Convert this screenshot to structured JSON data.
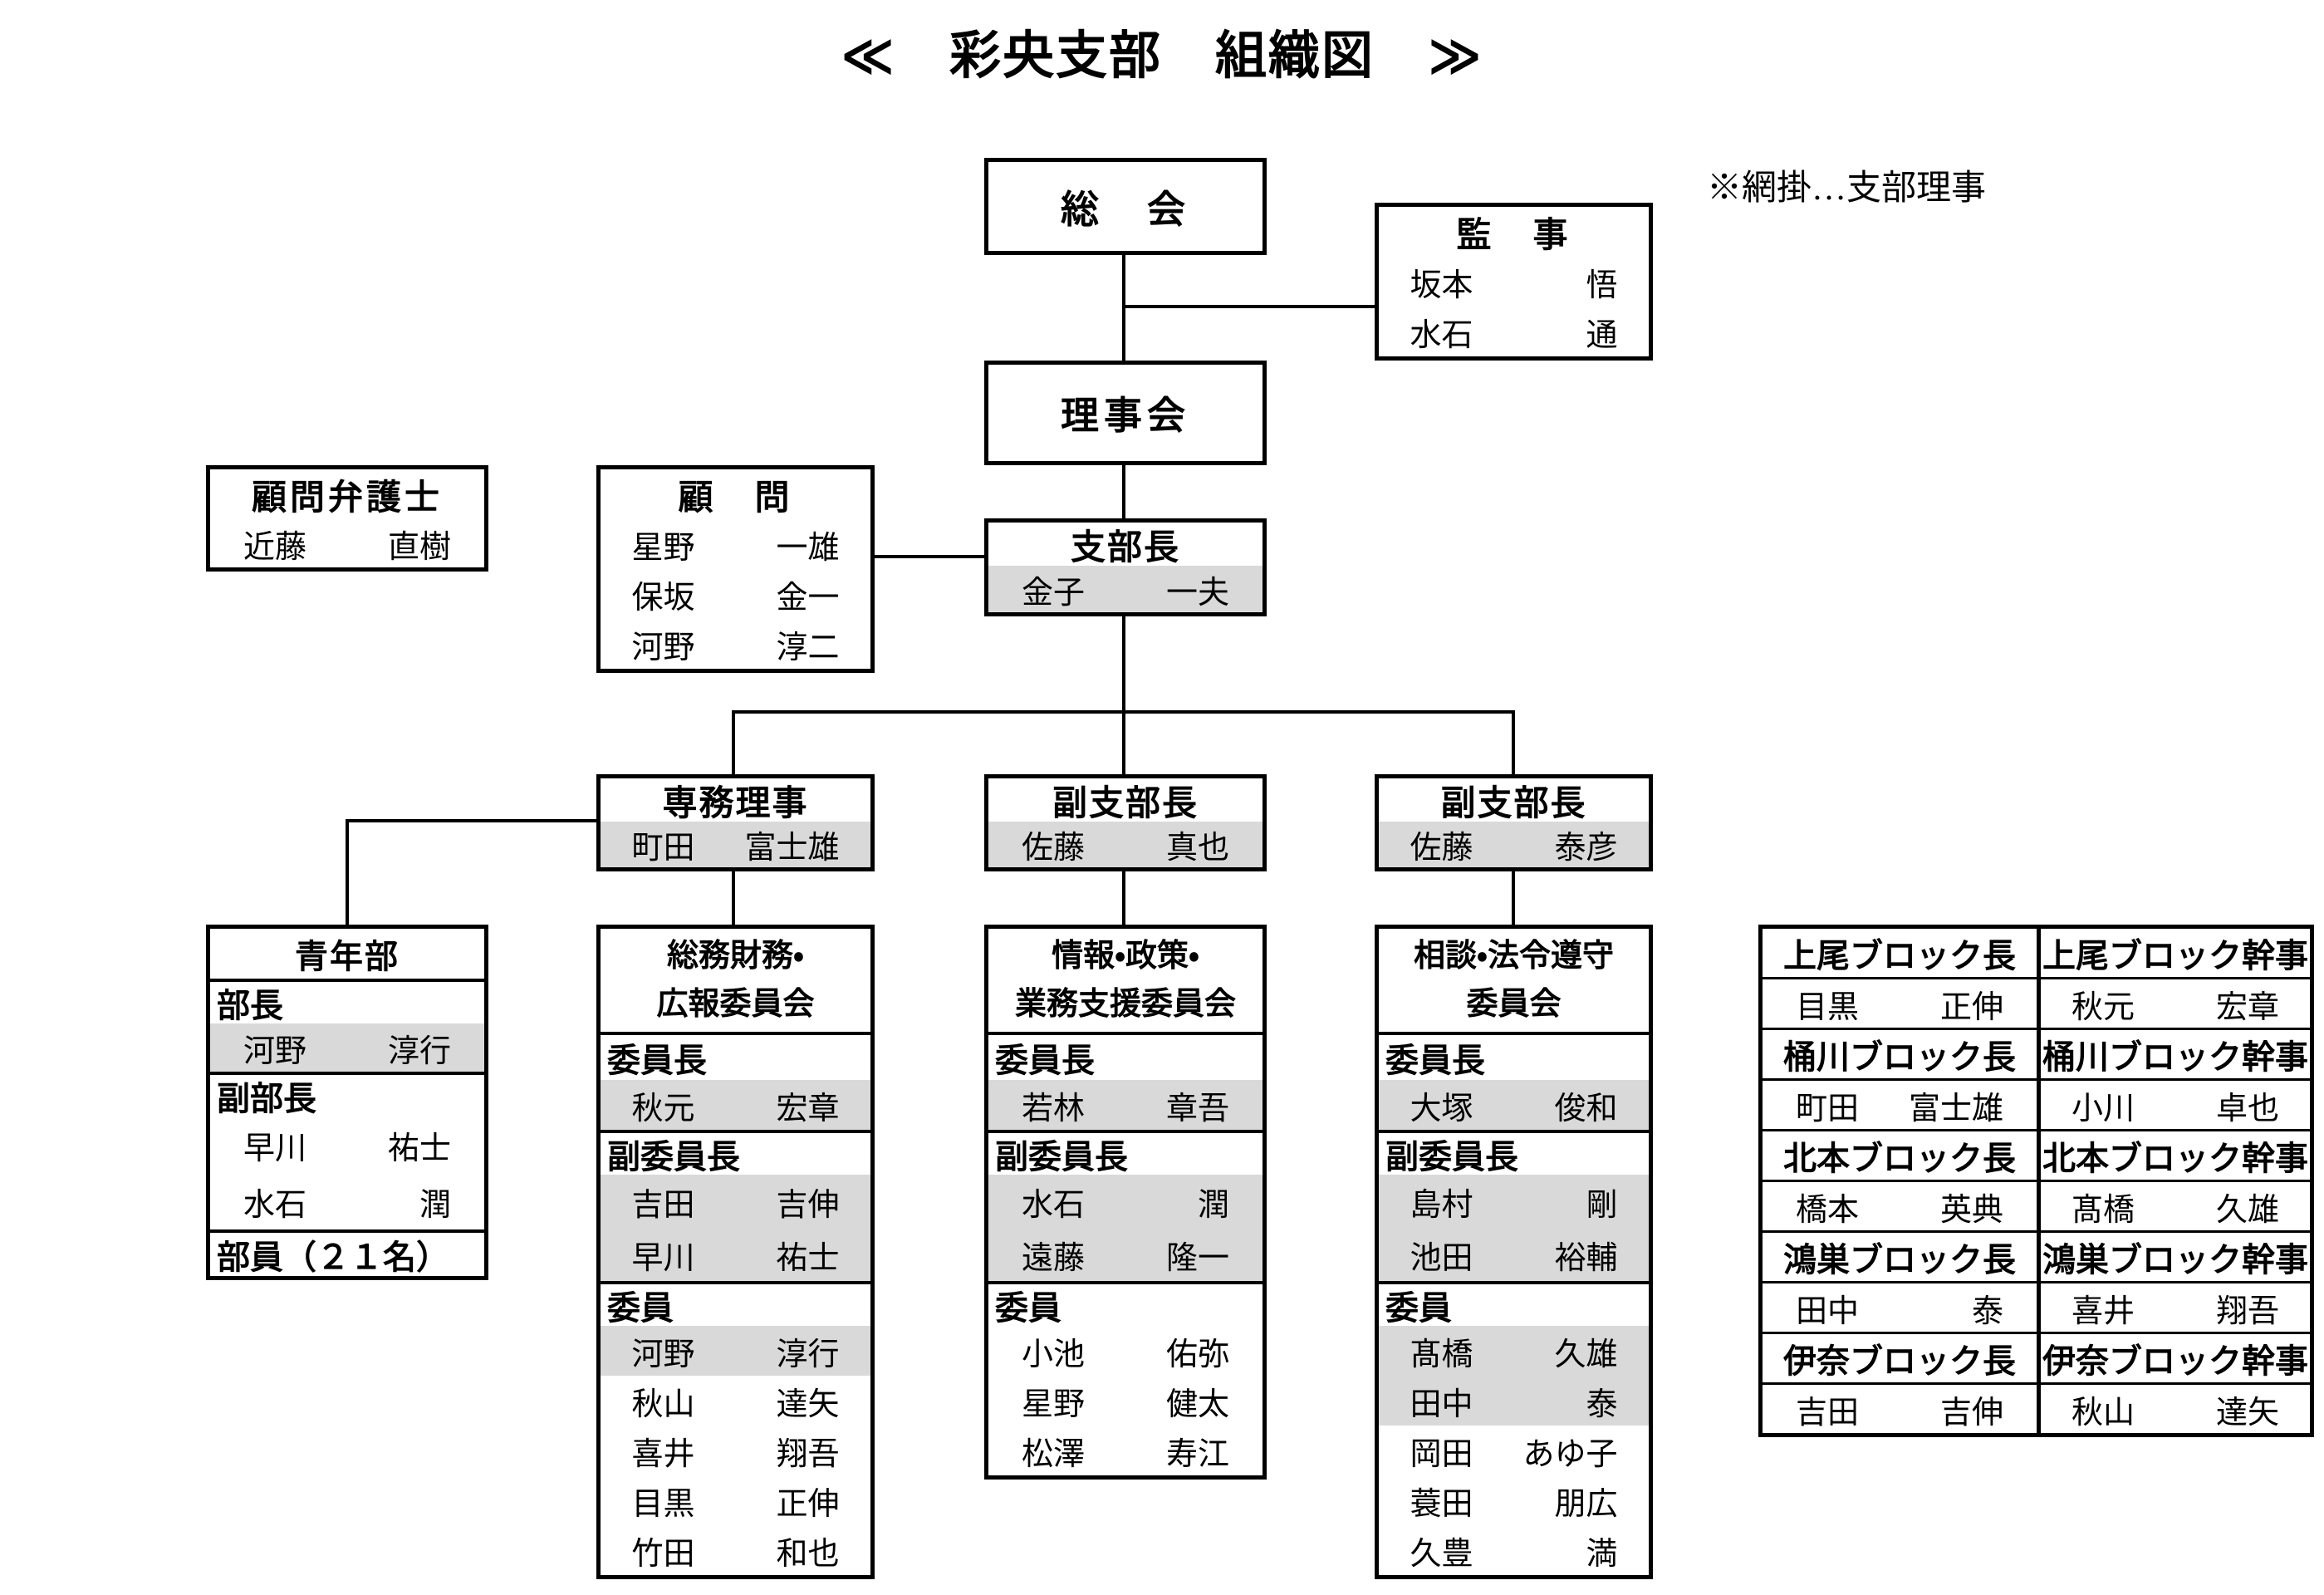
{
  "page": {
    "title": "≪　彩央支部　組織図　≫",
    "note": "※網掛…支部理事",
    "shade_color": "#d9d9d9"
  },
  "org": {
    "general_meeting": {
      "title": "総　会"
    },
    "auditors": {
      "title": "監　事",
      "members": [
        {
          "last": "坂本",
          "first": "悟",
          "shaded": false
        },
        {
          "last": "水石",
          "first": "通",
          "shaded": false
        }
      ]
    },
    "board": {
      "title": "理事会"
    },
    "branch_head": {
      "title": "支部長",
      "name": {
        "last": "金子",
        "first": "一夫",
        "shaded": true
      }
    },
    "advisor_lawyer": {
      "title": "顧問弁護士",
      "name": {
        "last": "近藤",
        "first": "直樹",
        "shaded": false
      }
    },
    "advisors": {
      "title": "顧　問",
      "members": [
        {
          "last": "星野",
          "first": "一雄",
          "shaded": false
        },
        {
          "last": "保坂",
          "first": "金一",
          "shaded": false
        },
        {
          "last": "河野",
          "first": "淳二",
          "shaded": false
        }
      ]
    },
    "executive_director": {
      "title": "専務理事",
      "name": {
        "last": "町田",
        "first": "富士雄",
        "shaded": true
      }
    },
    "vice_branch_head_1": {
      "title": "副支部長",
      "name": {
        "last": "佐藤",
        "first": "真也",
        "shaded": true
      }
    },
    "vice_branch_head_2": {
      "title": "副支部長",
      "name": {
        "last": "佐藤",
        "first": "泰彦",
        "shaded": true
      }
    },
    "youth_division": {
      "title": "青年部",
      "head_label": "部長",
      "head": {
        "last": "河野",
        "first": "淳行",
        "shaded": true
      },
      "vice_label": "副部長",
      "vices": [
        {
          "last": "早川",
          "first": "祐士",
          "shaded": false
        },
        {
          "last": "水石",
          "first": "潤",
          "shaded": false
        }
      ],
      "members_label": "部員（２１名）"
    },
    "committees": [
      {
        "title_line1": "総務財務・",
        "title_line2": "広報委員会",
        "chair_label": "委員長",
        "chair": {
          "last": "秋元",
          "first": "宏章",
          "shaded": true
        },
        "vice_label": "副委員長",
        "vices": [
          {
            "last": "吉田",
            "first": "吉伸",
            "shaded": true
          },
          {
            "last": "早川",
            "first": "祐士",
            "shaded": true
          }
        ],
        "members_label": "委員",
        "members": [
          {
            "last": "河野",
            "first": "淳行",
            "shaded": true
          },
          {
            "last": "秋山",
            "first": "達矢",
            "shaded": false
          },
          {
            "last": "喜井",
            "first": "翔吾",
            "shaded": false
          },
          {
            "last": "目黒",
            "first": "正伸",
            "shaded": false
          },
          {
            "last": "竹田",
            "first": "和也",
            "shaded": false
          }
        ]
      },
      {
        "title_line1": "情報・政策・",
        "title_line2": "業務支援委員会",
        "chair_label": "委員長",
        "chair": {
          "last": "若林",
          "first": "章吾",
          "shaded": true
        },
        "vice_label": "副委員長",
        "vices": [
          {
            "last": "水石",
            "first": "潤",
            "shaded": true
          },
          {
            "last": "遠藤",
            "first": "隆一",
            "shaded": true
          }
        ],
        "members_label": "委員",
        "members": [
          {
            "last": "小池",
            "first": "佑弥",
            "shaded": false
          },
          {
            "last": "星野",
            "first": "健太",
            "shaded": false
          },
          {
            "last": "松澤",
            "first": "寿江",
            "shaded": false
          }
        ]
      },
      {
        "title_line1": "相談・法令遵守",
        "title_line2": "委員会",
        "chair_label": "委員長",
        "chair": {
          "last": "大塚",
          "first": "俊和",
          "shaded": true
        },
        "vice_label": "副委員長",
        "vices": [
          {
            "last": "島村",
            "first": "剛",
            "shaded": true
          },
          {
            "last": "池田",
            "first": "裕輔",
            "shaded": true
          }
        ],
        "members_label": "委員",
        "members": [
          {
            "last": "髙橋",
            "first": "久雄",
            "shaded": true
          },
          {
            "last": "田中",
            "first": "泰",
            "shaded": true
          },
          {
            "last": "岡田",
            "first": "あゆ子",
            "shaded": false
          },
          {
            "last": "蓑田",
            "first": "朋広",
            "shaded": false
          },
          {
            "last": "久豊",
            "first": "満",
            "shaded": false
          }
        ]
      }
    ],
    "blocks": [
      {
        "leader_label": "上尾ブロック長",
        "leader": {
          "last": "目黒",
          "first": "正伸"
        },
        "secretary_label": "上尾ブロック幹事",
        "secretary": {
          "last": "秋元",
          "first": "宏章"
        }
      },
      {
        "leader_label": "桶川ブロック長",
        "leader": {
          "last": "町田",
          "first": "富士雄"
        },
        "secretary_label": "桶川ブロック幹事",
        "secretary": {
          "last": "小川",
          "first": "卓也"
        }
      },
      {
        "leader_label": "北本ブロック長",
        "leader": {
          "last": "橋本",
          "first": "英典"
        },
        "secretary_label": "北本ブロック幹事",
        "secretary": {
          "last": "髙橋",
          "first": "久雄"
        }
      },
      {
        "leader_label": "鴻巣ブロック長",
        "leader": {
          "last": "田中",
          "first": "泰"
        },
        "secretary_label": "鴻巣ブロック幹事",
        "secretary": {
          "last": "喜井",
          "first": "翔吾"
        }
      },
      {
        "leader_label": "伊奈ブロック長",
        "leader": {
          "last": "吉田",
          "first": "吉伸"
        },
        "secretary_label": "伊奈ブロック幹事",
        "secretary": {
          "last": "秋山",
          "first": "達矢"
        }
      }
    ]
  }
}
